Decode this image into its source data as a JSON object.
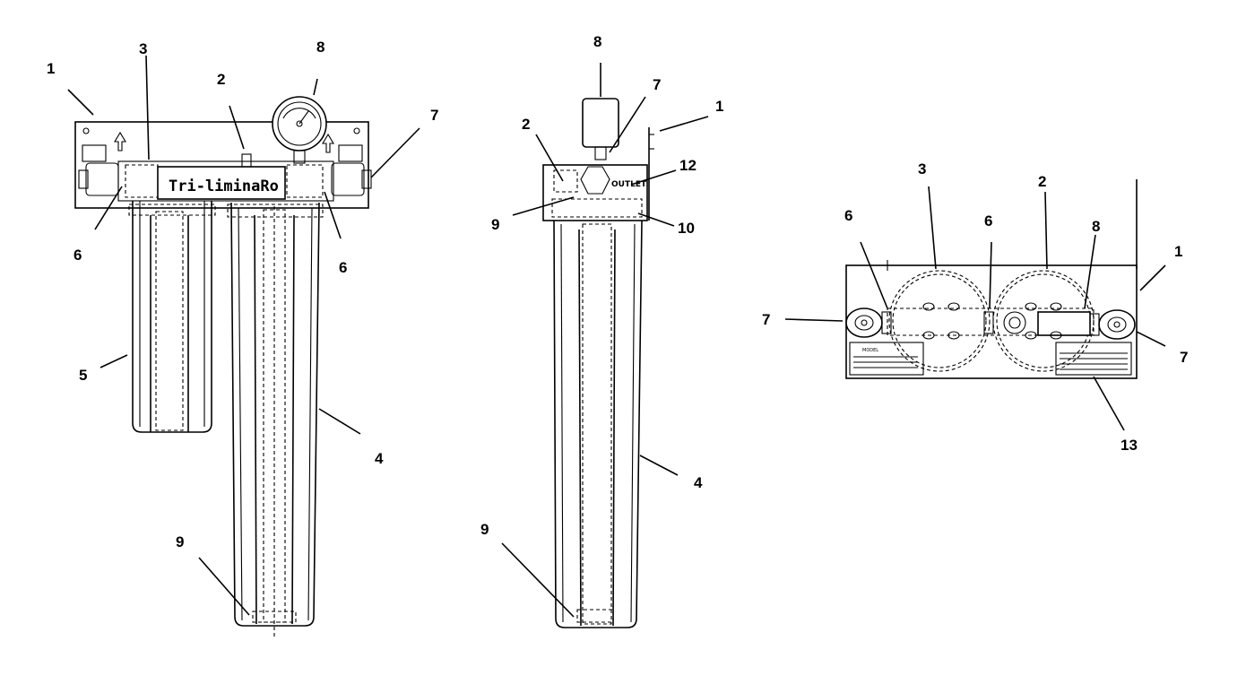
{
  "views": {
    "front": {
      "callouts": [
        {
          "id": "1",
          "text": "1"
        },
        {
          "id": "3",
          "text": "3"
        },
        {
          "id": "2",
          "text": "2"
        },
        {
          "id": "8",
          "text": "8"
        },
        {
          "id": "7",
          "text": "7"
        },
        {
          "id": "6a",
          "text": "6"
        },
        {
          "id": "6b",
          "text": "6"
        },
        {
          "id": "5",
          "text": "5"
        },
        {
          "id": "4",
          "text": "4"
        },
        {
          "id": "9",
          "text": "9"
        }
      ],
      "brand_plate": "Tri-liminaRo"
    },
    "side": {
      "callouts": [
        {
          "id": "8",
          "text": "8"
        },
        {
          "id": "7",
          "text": "7"
        },
        {
          "id": "1",
          "text": "1"
        },
        {
          "id": "2",
          "text": "2"
        },
        {
          "id": "12",
          "text": "12"
        },
        {
          "id": "9a",
          "text": "9"
        },
        {
          "id": "10",
          "text": "10"
        },
        {
          "id": "4",
          "text": "4"
        },
        {
          "id": "9b",
          "text": "9"
        }
      ],
      "outlet_label": "OUTLET"
    },
    "top": {
      "callouts": [
        {
          "id": "3",
          "text": "3"
        },
        {
          "id": "2",
          "text": "2"
        },
        {
          "id": "6a",
          "text": "6"
        },
        {
          "id": "6b",
          "text": "6"
        },
        {
          "id": "8",
          "text": "8"
        },
        {
          "id": "1",
          "text": "1"
        },
        {
          "id": "7a",
          "text": "7"
        },
        {
          "id": "7b",
          "text": "7"
        },
        {
          "id": "13",
          "text": "13"
        }
      ],
      "model_plate": "MODEL"
    }
  }
}
